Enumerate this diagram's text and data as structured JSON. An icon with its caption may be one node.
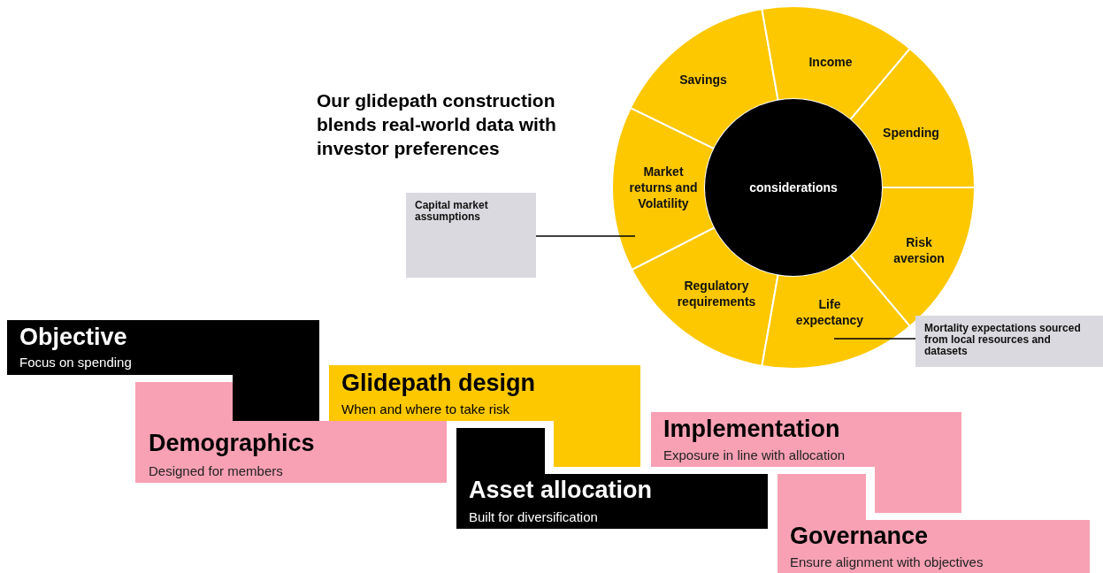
{
  "diagram": {
    "title": "Our glidepath construction blends real-world data with investor preferences",
    "nodes": [
      {
        "text": [
          "Savings"
        ]
      },
      {
        "text": [
          "Income"
        ]
      },
      {
        "text": [
          "Spending"
        ]
      },
      {
        "text": [
          "Market returns and Volatility"
        ]
      },
      {
        "text": [
          "considerations"
        ]
      },
      {
        "text": [
          "Risk aversion"
        ]
      },
      {
        "text": [
          "Capital market assumptions"
        ]
      },
      {
        "text": [
          "Regulatory requirements"
        ]
      },
      {
        "text": [
          "Life expectancy"
        ]
      },
      {
        "text": [
          "Mortality expectations sourced from local resources and datasets"
        ]
      },
      {
        "text": [
          "Objective",
          "Focus on spending"
        ]
      },
      {
        "text": [
          "Glidepath design",
          "When and where to take risk"
        ]
      },
      {
        "text": [
          "Demographics",
          "Designed for members"
        ]
      },
      {
        "text": [
          "Implementation",
          "Exposure in line with allocation"
        ]
      },
      {
        "text": [
          "Asset allocation",
          "Built for diversification"
        ]
      },
      {
        "text": [
          "Governance",
          "Ensure alignment with objectives"
        ]
      }
    ],
    "edges": [
      {
        "from": 6,
        "to": 3,
        "arrow": "none"
      },
      {
        "from": 9,
        "to": 8,
        "arrow": "none"
      }
    ]
  }
}
